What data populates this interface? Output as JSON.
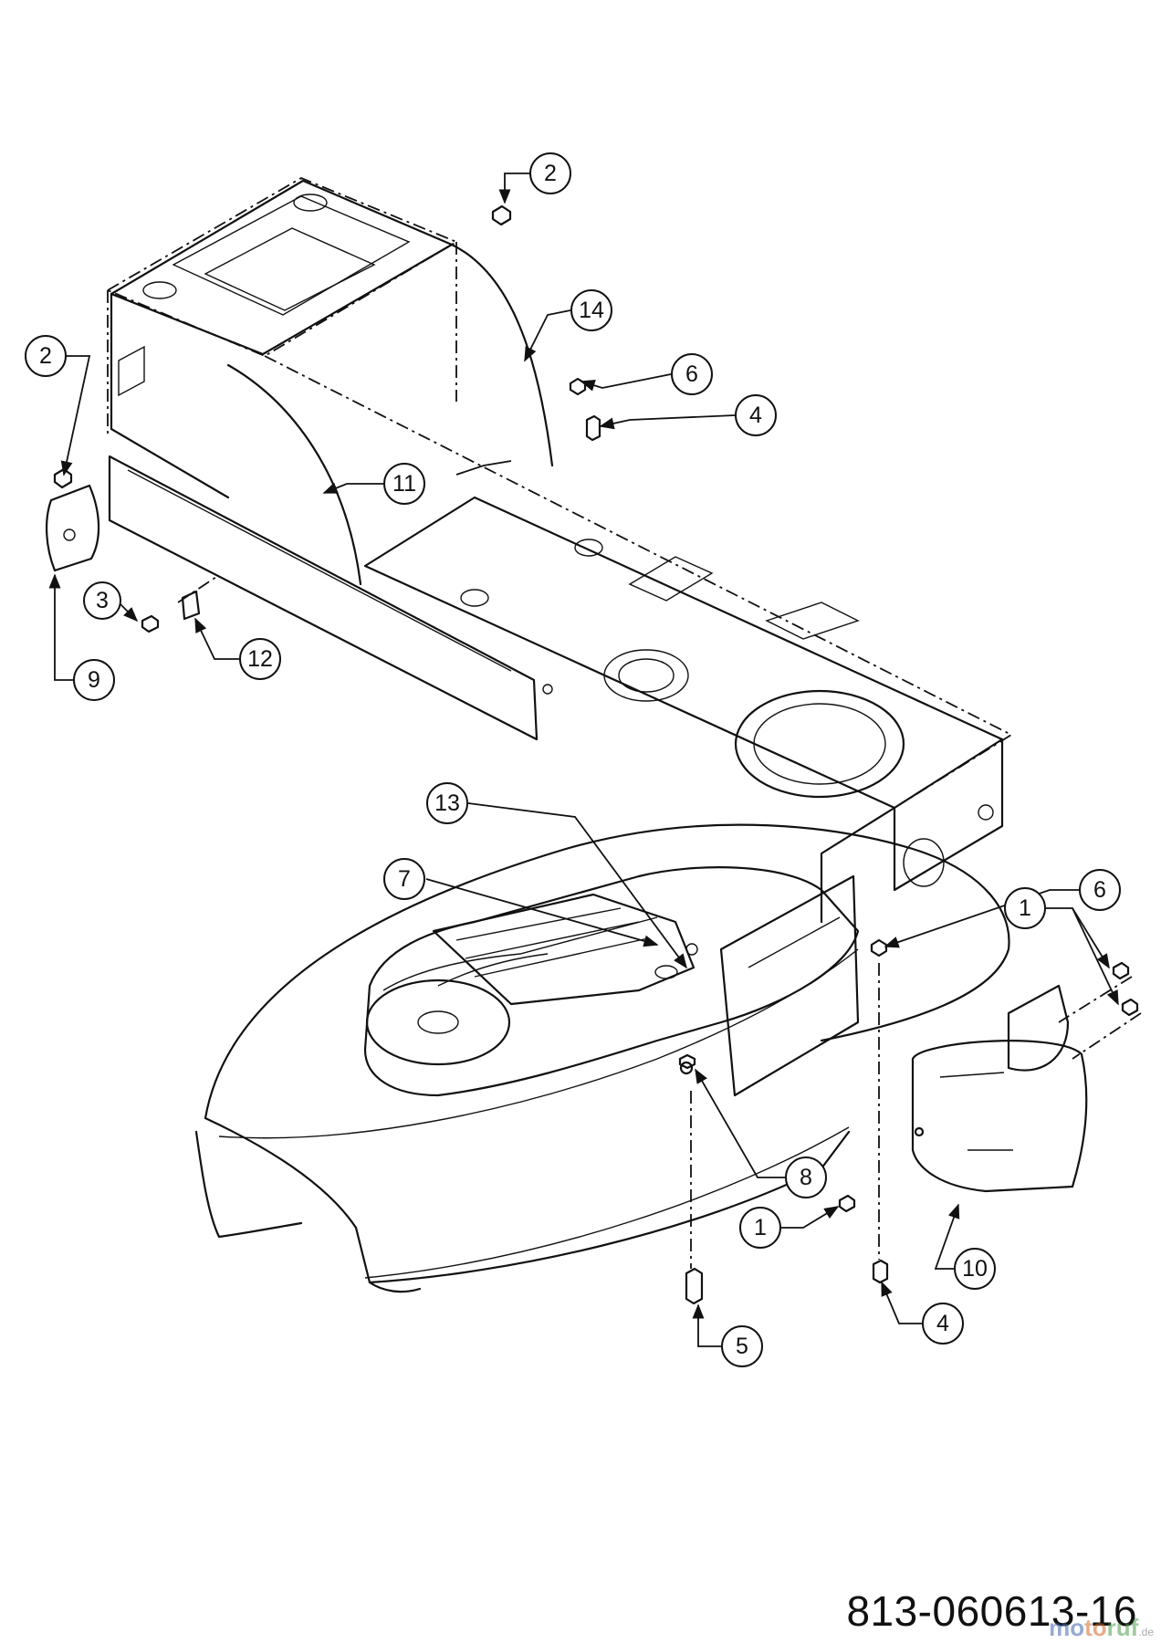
{
  "callouts": [
    {
      "label": "2"
    },
    {
      "label": "2"
    },
    {
      "label": "14"
    },
    {
      "label": "6"
    },
    {
      "label": "4"
    },
    {
      "label": "11"
    },
    {
      "label": "3"
    },
    {
      "label": "12"
    },
    {
      "label": "9"
    },
    {
      "label": "13"
    },
    {
      "label": "7"
    },
    {
      "label": "6"
    },
    {
      "label": "1"
    },
    {
      "label": "8"
    },
    {
      "label": "1"
    },
    {
      "label": "10"
    },
    {
      "label": "5"
    },
    {
      "label": "4"
    }
  ],
  "drawing_code": "813-060613-16",
  "watermark": {
    "part1": "mo",
    "part2": "to",
    "part3": "ruf",
    "tld": ".de"
  }
}
